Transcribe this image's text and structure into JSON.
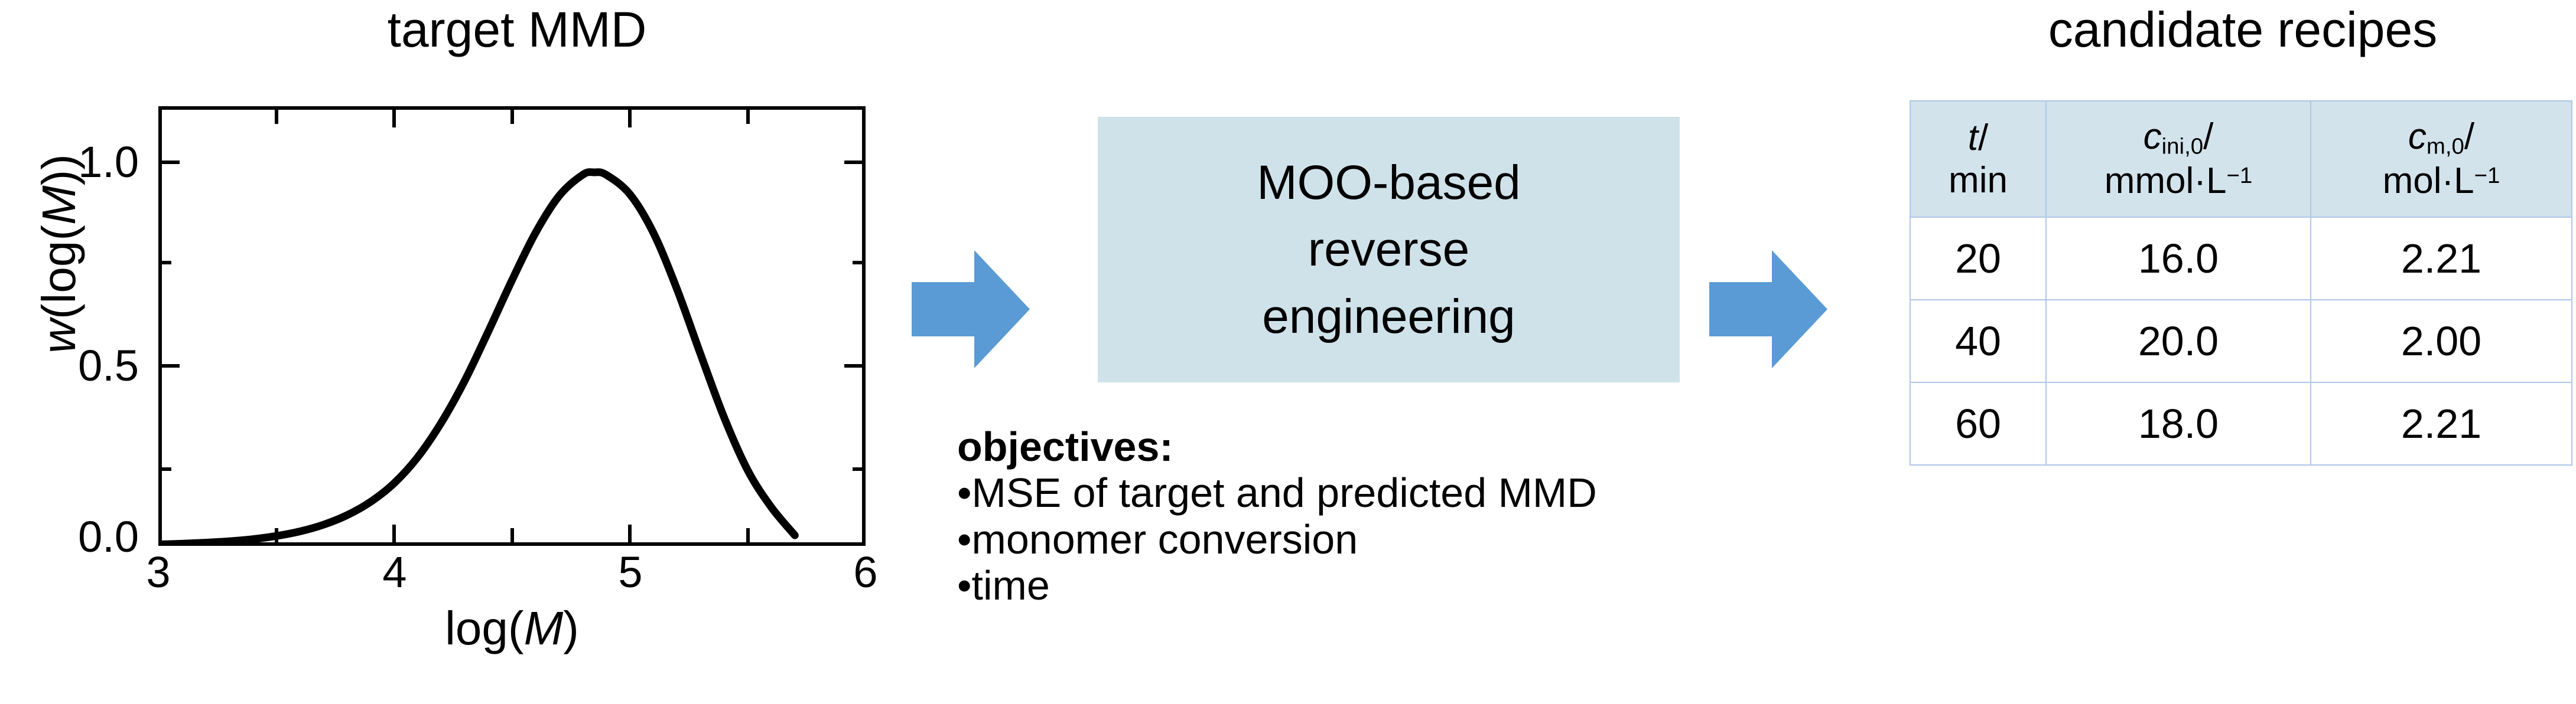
{
  "chart_panel": {
    "title": "target MMD",
    "ylabel_prefix": "w",
    "ylabel_rest": "(log(",
    "ylabel_var": "M",
    "ylabel_tail": "))",
    "xlabel_prefix": "log(",
    "xlabel_var": "M",
    "xlabel_tail": ")"
  },
  "chart_data": {
    "type": "line",
    "title": "target MMD",
    "xlabel": "log(M)",
    "ylabel": "w(log(M))",
    "xlim": [
      3,
      6
    ],
    "ylim": [
      0.0,
      1.25
    ],
    "xticks": [
      "3",
      "4",
      "5",
      "6"
    ],
    "xtick_values": [
      3,
      4,
      5,
      6
    ],
    "yticks": [
      "0.0",
      "0.5",
      "1.0"
    ],
    "ytick_values": [
      0.0,
      0.5,
      1.0
    ],
    "minor_ticks": true,
    "grid": false,
    "legend": "none",
    "line_color": "#000000",
    "series": [
      {
        "name": "target MMD",
        "x": [
          3.0,
          3.1,
          3.2,
          3.3,
          3.4,
          3.5,
          3.6,
          3.7,
          3.8,
          3.9,
          4.0,
          4.1,
          4.2,
          4.3,
          4.4,
          4.5,
          4.6,
          4.7,
          4.8,
          4.85,
          4.9,
          5.0,
          5.1,
          5.2,
          5.3,
          5.4,
          5.5,
          5.6,
          5.7
        ],
        "y": [
          0.004,
          0.006,
          0.009,
          0.013,
          0.019,
          0.028,
          0.041,
          0.06,
          0.087,
          0.125,
          0.178,
          0.252,
          0.35,
          0.47,
          0.61,
          0.755,
          0.89,
          0.995,
          1.055,
          1.062,
          1.055,
          1.0,
          0.89,
          0.73,
          0.545,
          0.365,
          0.215,
          0.11,
          0.03
        ]
      }
    ]
  },
  "flow": {
    "arrow1_name": "arrow-right-1",
    "arrow2_name": "arrow-right-2",
    "arrow_color": "#5B9BD5",
    "box_color": "#CFE2EA",
    "box_text": "MOO-based\nreverse\nengineering"
  },
  "objectives": {
    "heading": "objectives:",
    "bullet": "•",
    "items": [
      "MSE of target and predicted MMD",
      "monomer conversion",
      "time"
    ]
  },
  "table_panel": {
    "title": "candidate recipes",
    "header_fill": "#D3E3EC",
    "border_color": "#AEC6E8",
    "columns": [
      {
        "symbol": "t",
        "symbol_sub": "",
        "slash": "/",
        "unit": "min",
        "unit_exp": ""
      },
      {
        "symbol": "c",
        "symbol_sub": "ini,0",
        "slash": "/",
        "unit": "mmol·L",
        "unit_exp": "−1"
      },
      {
        "symbol": "c",
        "symbol_sub": "m,0",
        "slash": "/",
        "unit": "mol·L",
        "unit_exp": "−1"
      }
    ],
    "rows": [
      [
        "20",
        "16.0",
        "2.21"
      ],
      [
        "40",
        "20.0",
        "2.00"
      ],
      [
        "60",
        "18.0",
        "2.21"
      ]
    ]
  }
}
